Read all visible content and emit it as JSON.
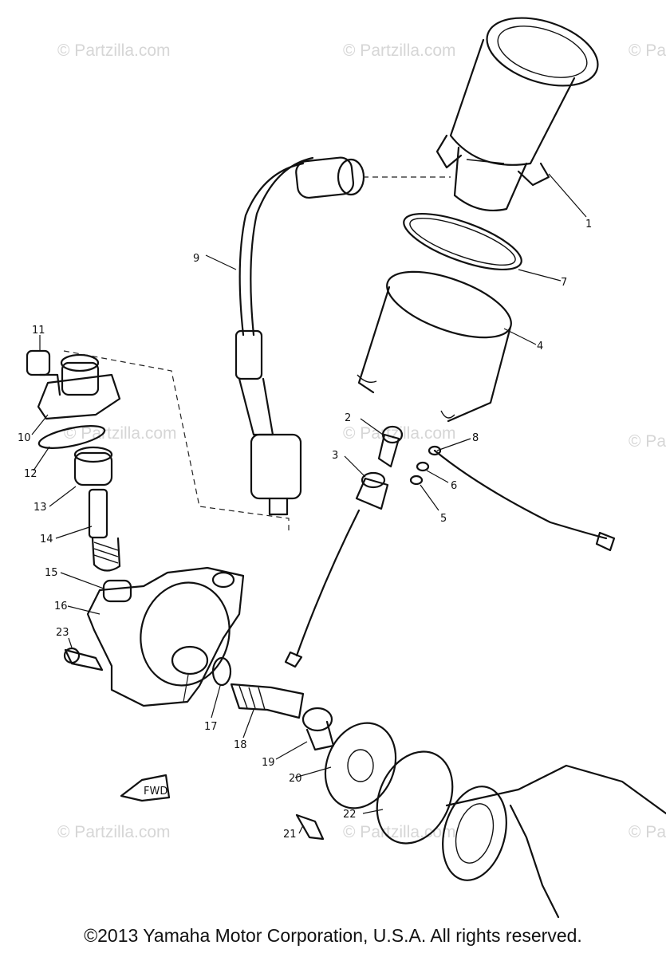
{
  "watermark": "© Partzilla.com",
  "copyright": "©2013 Yamaha Motor Corporation, U.S.A. All rights reserved.",
  "callouts": [
    "1",
    "2",
    "3",
    "4",
    "5",
    "6",
    "7",
    "8",
    "9",
    "10",
    "11",
    "12",
    "13",
    "14",
    "15",
    "16",
    "17",
    "18",
    "19",
    "20",
    "21",
    "22",
    "23"
  ],
  "direction_mark": "FWD"
}
